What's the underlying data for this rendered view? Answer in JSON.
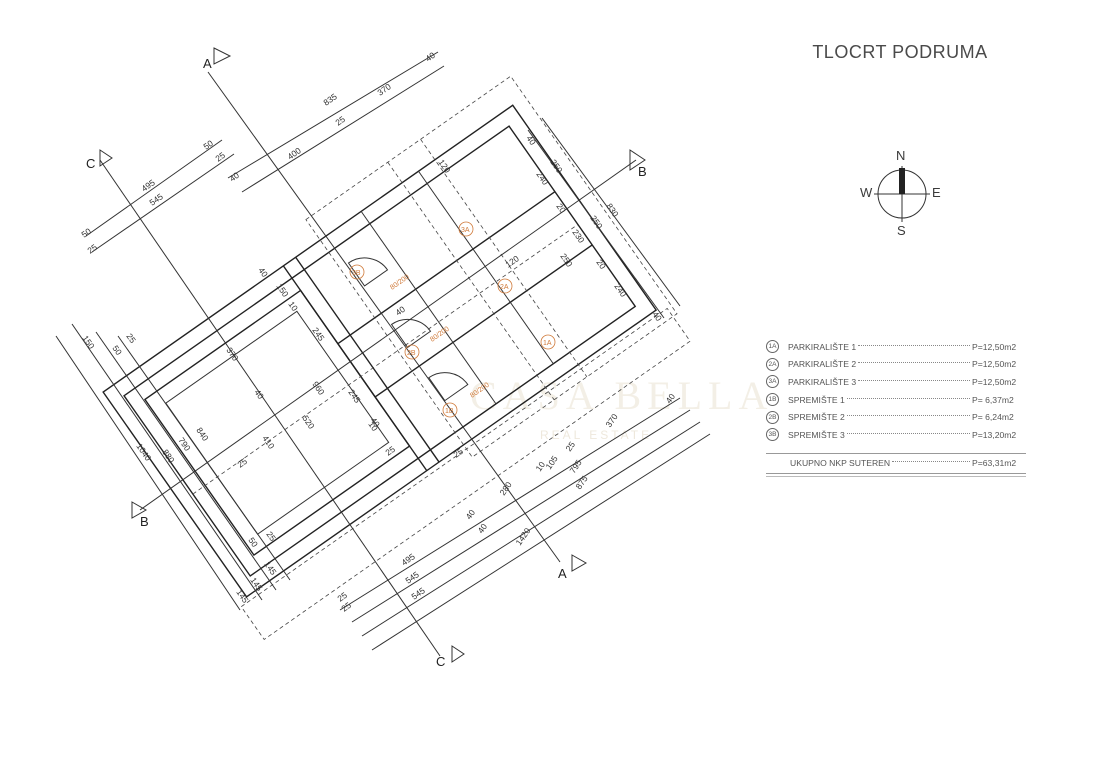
{
  "title": "TLOCRT PODRUMA",
  "compass": {
    "n": "N",
    "s": "S",
    "e": "E",
    "w": "W"
  },
  "legend": [
    {
      "code": "1A",
      "name": "PARKIRALIŠTE 1",
      "area": "P=12,50m2"
    },
    {
      "code": "2A",
      "name": "PARKIRALIŠTE 2",
      "area": "P=12,50m2"
    },
    {
      "code": "3A",
      "name": "PARKIRALIŠTE 3",
      "area": "P=12,50m2"
    },
    {
      "code": "1B",
      "name": "SPREMIŠTE 1",
      "area": "P=  6,37m2"
    },
    {
      "code": "2B",
      "name": "SPREMIŠTE 2",
      "area": "P=  6,24m2"
    },
    {
      "code": "3B",
      "name": "SPREMIŠTE 3",
      "area": "P=13,20m2"
    }
  ],
  "total": {
    "label": "UKUPNO NKP SUTEREN",
    "area": "P=63,31m2"
  },
  "sections": {
    "a": "A",
    "b": "B",
    "c": "C"
  },
  "watermark": {
    "brand": "CASA BELLA",
    "sub": "REAL ESTATE"
  },
  "dimensions": {
    "top_outer": "835",
    "top_1": "400",
    "top_2": "370",
    "top_3": "40",
    "top_4": "25",
    "top_5": "40",
    "left_outer": "495",
    "left_2": "545",
    "left_3": "50",
    "left_4": "25",
    "left_5": "50",
    "left_6": "25",
    "right_1": "40",
    "right_2": "250",
    "right_3": "240",
    "right_4": "830",
    "right_5": "250",
    "right_6": "230",
    "right_7": "250",
    "right_8": "20",
    "right_9": "240",
    "right_10": "40",
    "right_11": "20",
    "ll_1": "150",
    "ll_2": "50",
    "ll_3": "25",
    "ll_4": "840",
    "ll_5": "790",
    "ll_6": "880",
    "ll_7": "1040",
    "ll_8": "145",
    "ll_9": "145",
    "ll_10": "145",
    "ll_11": "50",
    "ll_12": "25",
    "lr_1": "1420",
    "lr_2": "875",
    "lr_3": "795",
    "lr_4": "280",
    "lr_5": "370",
    "lr_6": "40",
    "lr_7": "40",
    "lr_8": "10",
    "lr_9": "105",
    "lr_10": "25",
    "lr_11": "40",
    "lr_12": "495",
    "lr_13": "545",
    "lr_14": "545",
    "lr_15": "25",
    "lr_16": "25",
    "in_1": "370",
    "in_2": "150",
    "in_3": "245",
    "in_4": "960",
    "in_5": "520",
    "in_6": "40",
    "in_7": "245",
    "in_8": "410",
    "in_9": "40",
    "in_10": "120",
    "in_11": "120",
    "in_12": "25",
    "in_13": "25",
    "in_14": "40",
    "in_15": "10",
    "in_16": "10",
    "in_17": "40",
    "in_18": "25",
    "door_1": "80/200",
    "door_2": "80/200",
    "door_3": "80/200"
  },
  "rooms": {
    "r1a": "1A",
    "r2a": "2A",
    "r3a": "3A",
    "r1b": "1B",
    "r2b": "2B",
    "r3b": "3B"
  }
}
